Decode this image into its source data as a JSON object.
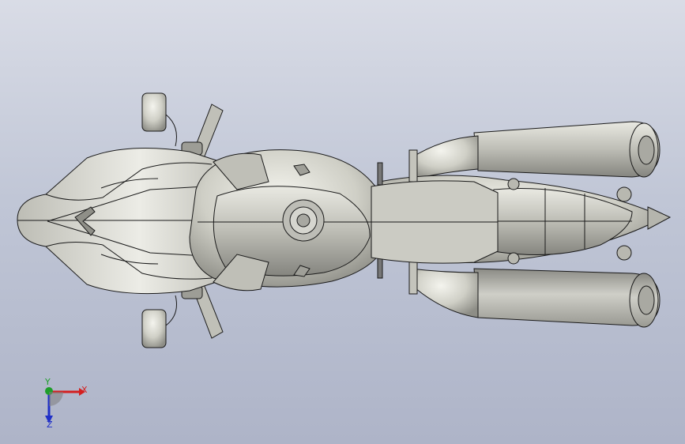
{
  "viewport": {
    "background_top": "#d9dce6",
    "background_bottom": "#aeb4c8",
    "model": "motorcycle-top-view",
    "model_color": "#cfcfc7",
    "edge_color": "#1a1a1a"
  },
  "triad": {
    "x_label": "X",
    "y_label": "Y",
    "z_label": "Z",
    "x_color": "#d42020",
    "y_color": "#1e9e2a",
    "z_color": "#2030c8"
  }
}
